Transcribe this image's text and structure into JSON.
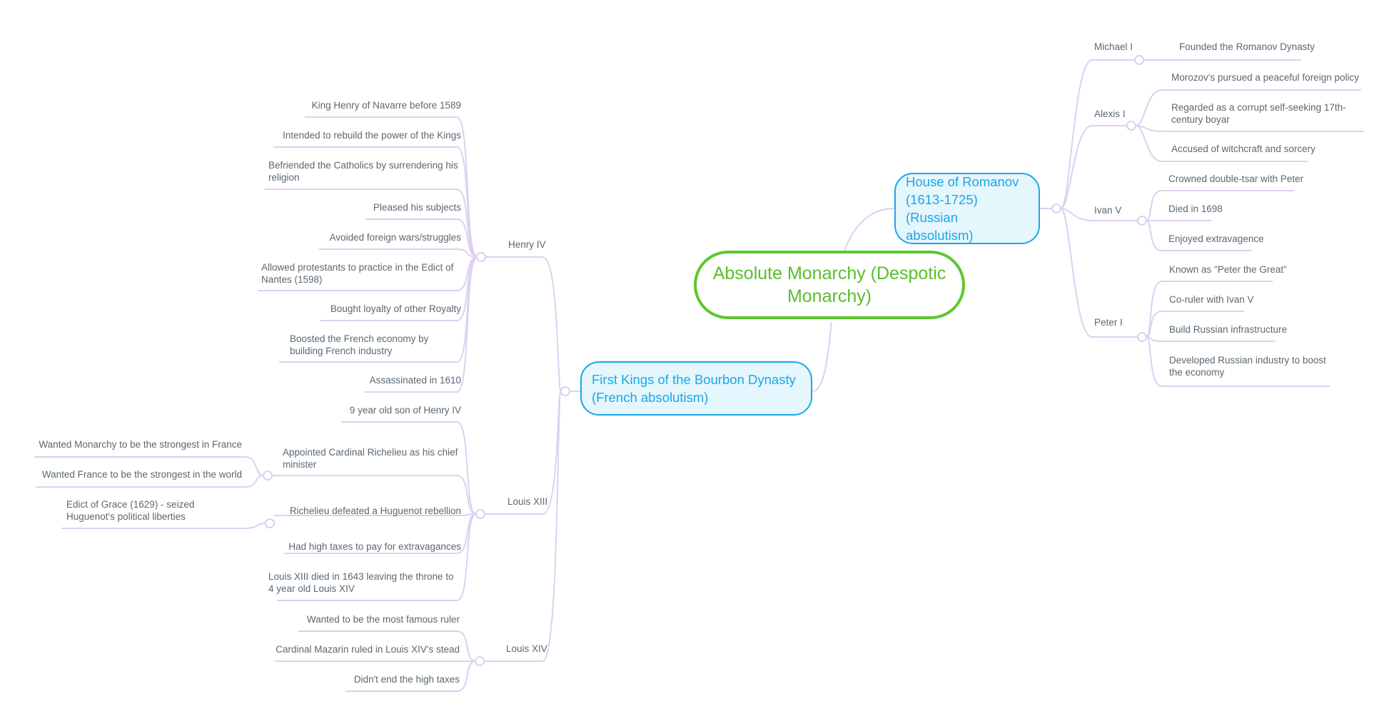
{
  "root": {
    "label": "Absolute Monarchy (Despotic Monarchy)"
  },
  "colors": {
    "root": "#5cc72e",
    "main_border": "#18a8e8",
    "main_fill": "#e6f6fd",
    "connector": "#ddd0f0",
    "text": "#5a6872"
  },
  "romanov": {
    "label": "House of Romanov (1613-1725) (Russian absolutism)",
    "children": [
      {
        "label": "Michael I",
        "items": [
          "Founded the Romanov Dynasty"
        ]
      },
      {
        "label": "Alexis I",
        "items": [
          "Morozov's pursued a peaceful foreign policy",
          "Regarded as a corrupt self-seeking 17th-century boyar",
          "Accused of witchcraft and sorcery"
        ]
      },
      {
        "label": "Ivan V",
        "items": [
          "Crowned double-tsar with Peter",
          "Died in 1698",
          "Enjoyed extravagence"
        ]
      },
      {
        "label": "Peter I",
        "items": [
          "Known as \"Peter the Great\"",
          "Co-ruler with Ivan V",
          "Build Russian infrastructure",
          "Developed Russian industry to boost the economy"
        ]
      }
    ]
  },
  "bourbon": {
    "label": "First Kings of the Bourbon Dynasty (French absolutism)",
    "children": [
      {
        "label": "Henry IV",
        "items": [
          "King Henry of Navarre before 1589",
          "Intended to rebuild the power of the Kings",
          "Befriended the Catholics by surrendering his religion",
          "Pleased his subjects",
          "Avoided foreign wars/struggles",
          "Allowed protestants to practice in the Edict of Nantes (1598)",
          "Bought loyalty of other Royalty",
          "Boosted the French economy by building French industry",
          "Assassinated in 1610"
        ]
      },
      {
        "label": "Louis XIII",
        "items": [
          {
            "label": "9 year old son of Henry IV"
          },
          {
            "label": "Appointed Cardinal Richelieu as his chief minister",
            "sub": [
              "Wanted Monarchy to be the strongest in France",
              "Wanted France to be the strongest in the world"
            ]
          },
          {
            "label": "Richelieu defeated a Huguenot rebellion",
            "sub": [
              "Edict of Grace (1629) - seized Huguenot's political liberties"
            ]
          },
          {
            "label": "Had high taxes to pay for extravagances"
          },
          {
            "label": "Louis XIII died in 1643 leaving the throne to 4 year old Louis XIV"
          }
        ]
      },
      {
        "label": "Louis XIV",
        "items": [
          "Wanted to be the most famous ruler",
          "Cardinal Mazarin ruled in Louis XIV's stead",
          "Didn't end the high taxes"
        ]
      }
    ]
  }
}
